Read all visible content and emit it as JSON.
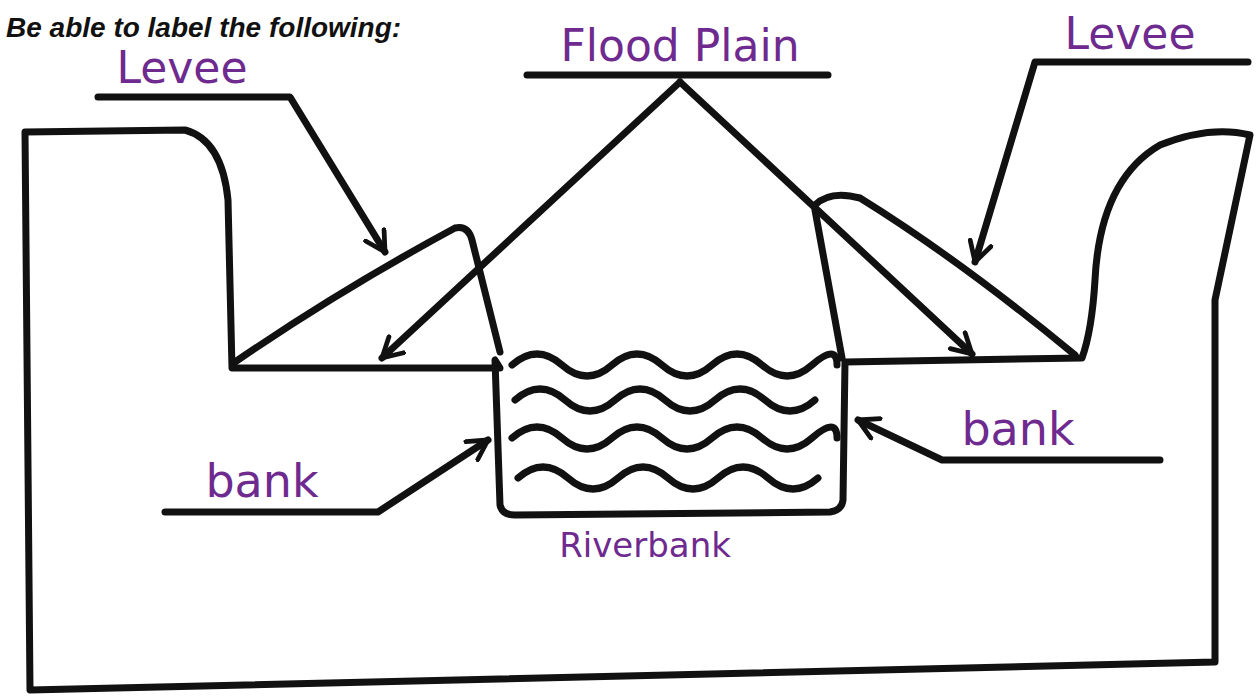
{
  "diagram": {
    "title": "Be able to label the following:",
    "labels": [
      "Levee",
      "Flood Plain",
      "Levee",
      "bank",
      "bank",
      "Riverbank"
    ]
  }
}
